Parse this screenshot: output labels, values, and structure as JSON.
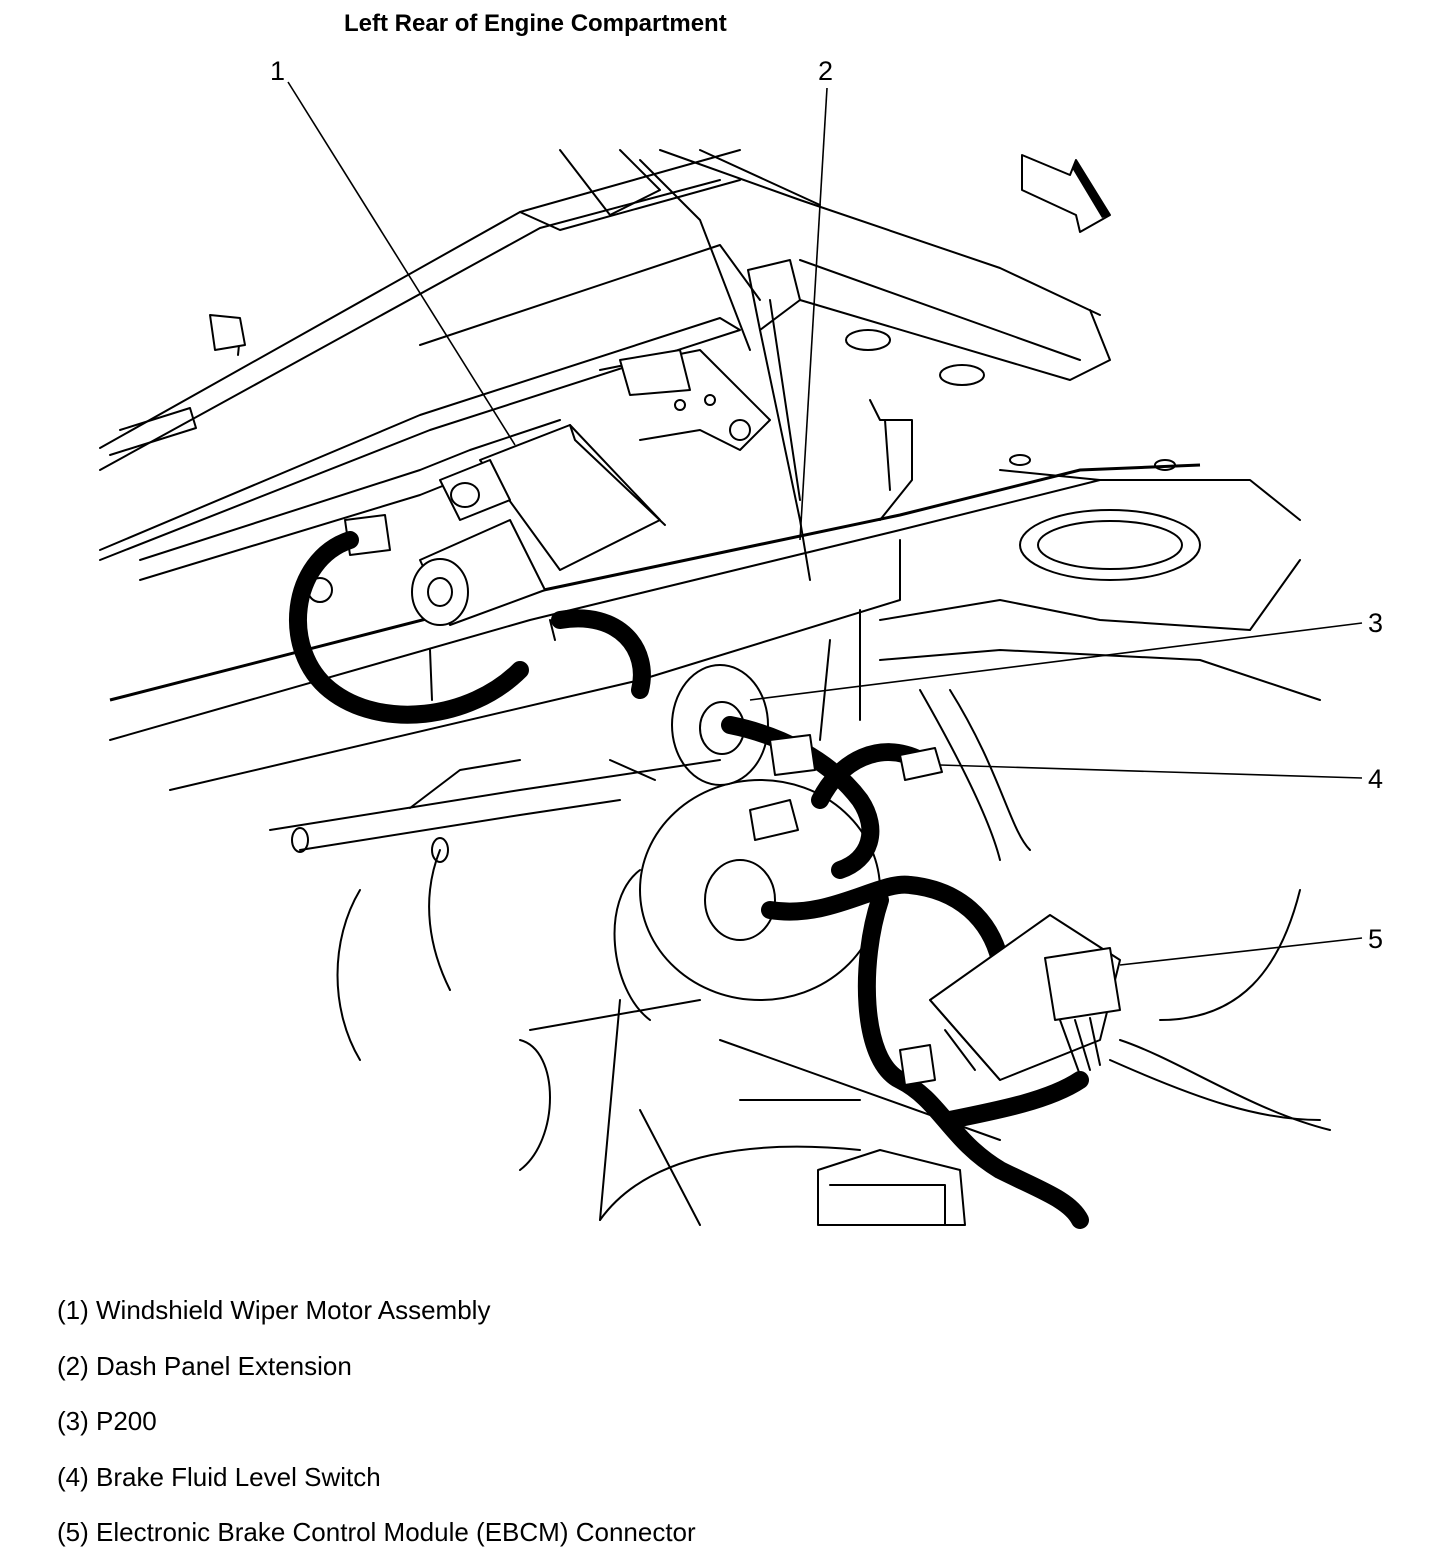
{
  "title": "Left Rear of Engine Compartment",
  "callouts": [
    "1",
    "2",
    "3",
    "4",
    "5"
  ],
  "legend": [
    "(1) Windshield Wiper Motor Assembly",
    "(2) Dash Panel Extension",
    "(3) P200",
    "(4) Brake Fluid Level Switch",
    "(5) Electronic Brake Control Module (EBCM) Connector"
  ],
  "icons": {
    "direction": "front-of-vehicle-arrow-icon"
  }
}
